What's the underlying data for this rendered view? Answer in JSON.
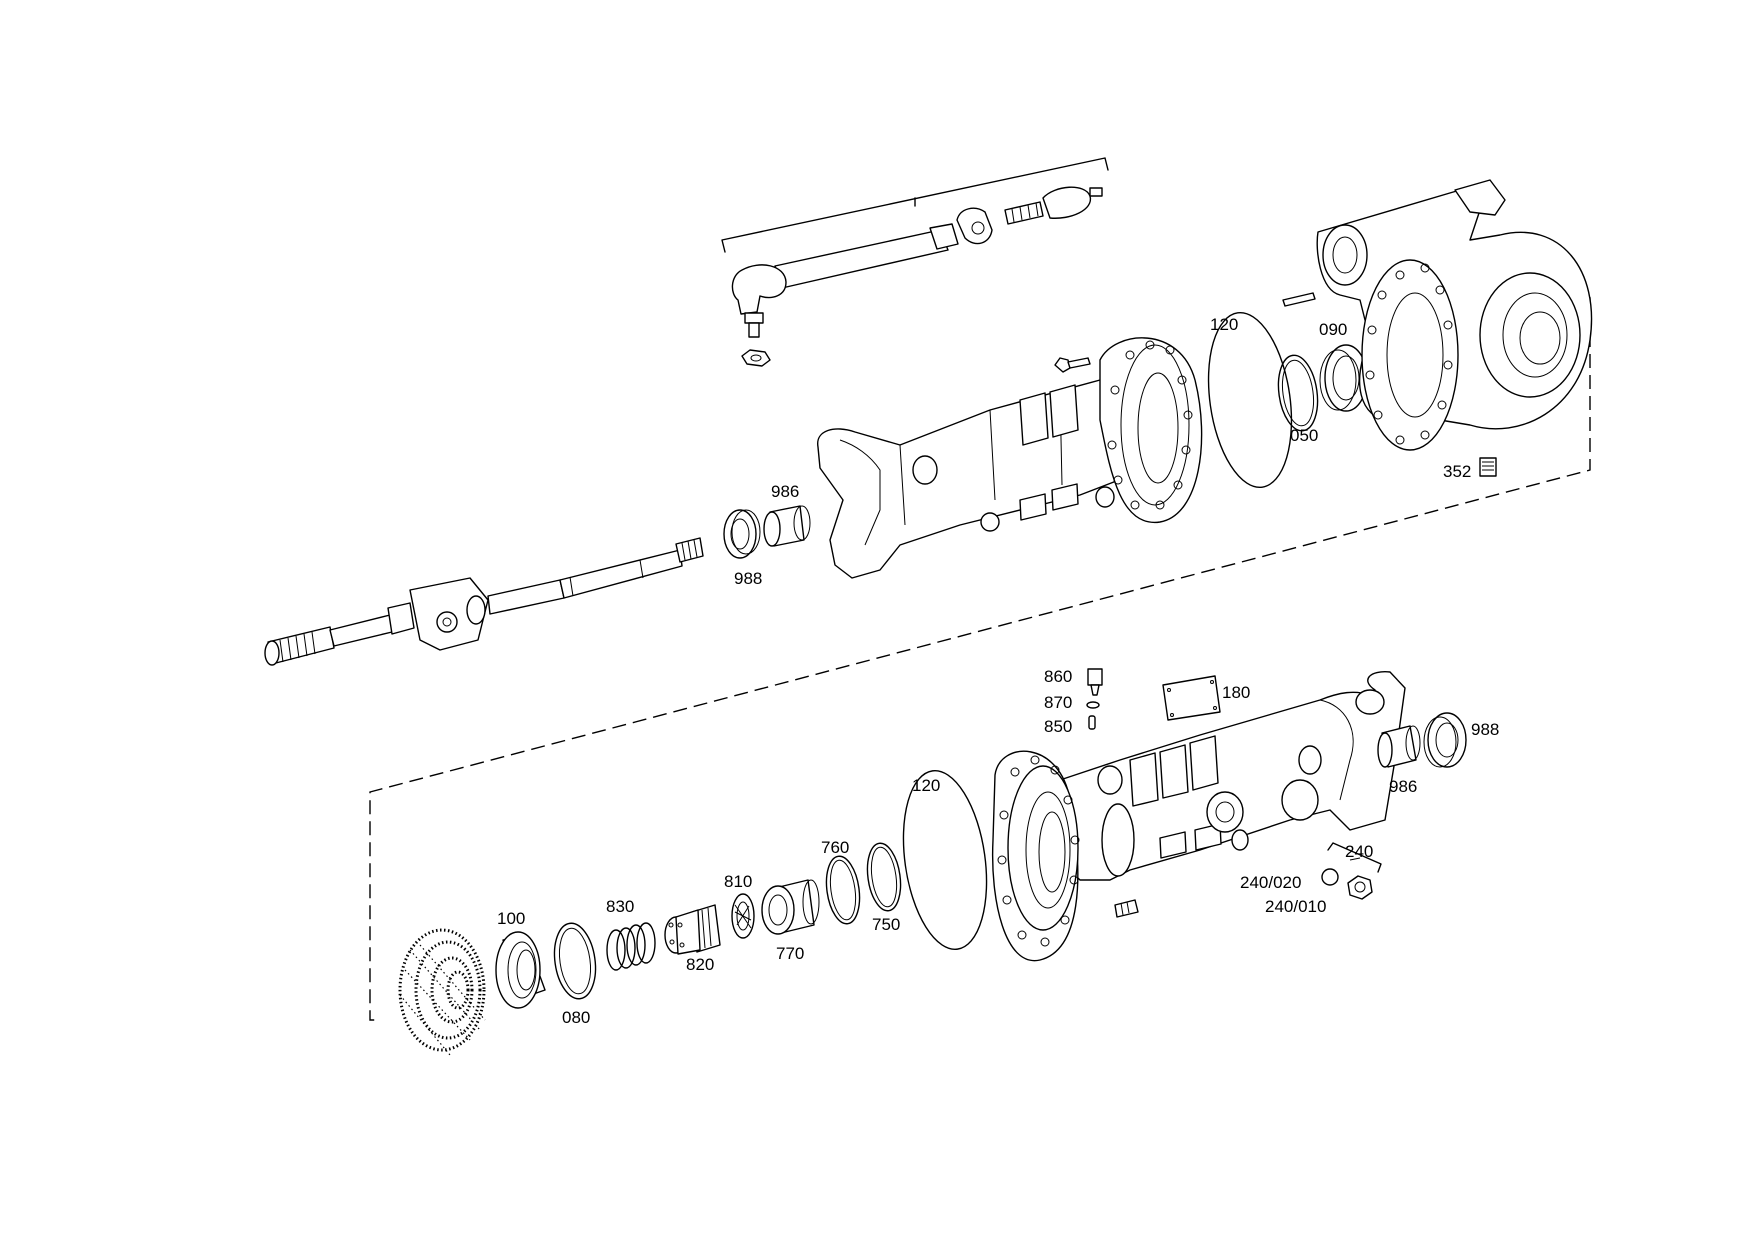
{
  "diagram": {
    "labels": {
      "upper_120": "120",
      "upper_090": "090",
      "upper_050": "050",
      "upper_352": "352",
      "upper_986": "986",
      "upper_988": "988",
      "lower_860": "860",
      "lower_870": "870",
      "lower_850": "850",
      "lower_180": "180",
      "lower_988": "988",
      "lower_986": "986",
      "lower_120": "120",
      "lower_760": "760",
      "lower_810": "810",
      "lower_830": "830",
      "lower_100": "100",
      "lower_820": "820",
      "lower_770": "770",
      "lower_750": "750",
      "lower_080": "080",
      "lower_240": "240",
      "lower_240_020": "240/020",
      "lower_240_010": "240/010"
    }
  }
}
